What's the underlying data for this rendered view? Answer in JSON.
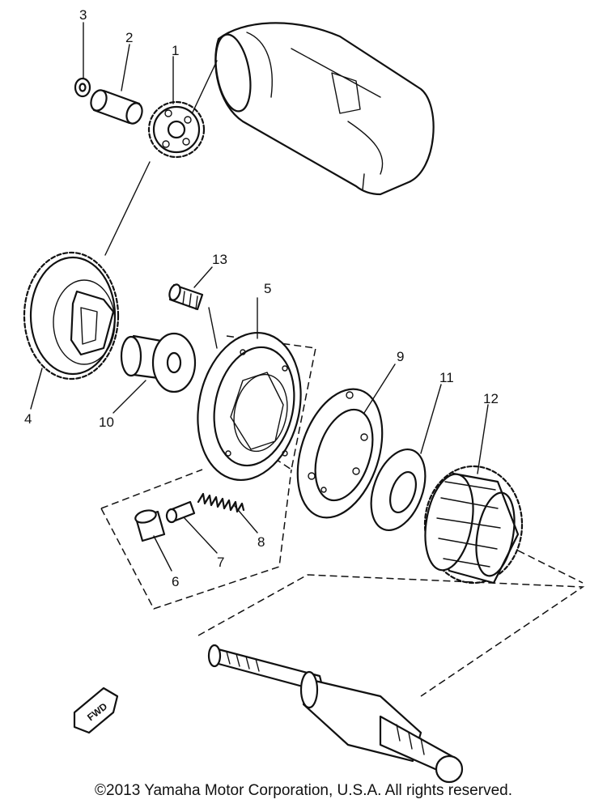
{
  "callouts": [
    "1",
    "2",
    "3",
    "4",
    "5",
    "6",
    "7",
    "8",
    "9",
    "10",
    "11",
    "12",
    "13"
  ],
  "fwd_label": "FWD",
  "copyright": "©2013 Yamaha Motor Corporation, U.S.A. All rights reserved."
}
